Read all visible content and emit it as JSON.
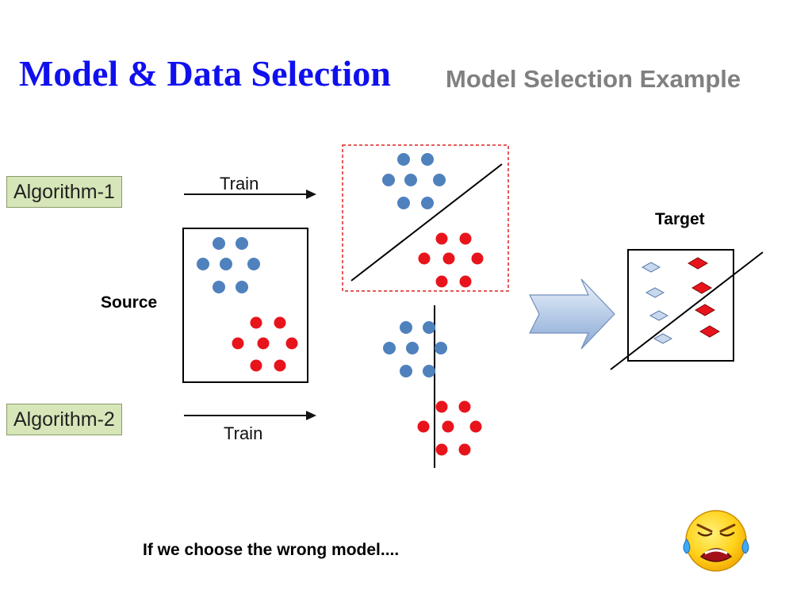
{
  "title": {
    "main": "Model & Data Selection",
    "subtitle": "Model Selection Example"
  },
  "algorithms": [
    {
      "label": "Algorithm-1"
    },
    {
      "label": "Algorithm-2"
    }
  ],
  "arrows": {
    "train_top": "Train",
    "train_bottom": "Train"
  },
  "labels": {
    "source": "Source",
    "target": "Target"
  },
  "caption": "If we choose the wrong model....",
  "colors": {
    "blue_points": "#4f81bd",
    "red_points": "#e8141c",
    "highlight_border": "#e02020",
    "algorithm_fill": "#d6e6b8",
    "title_blue": "#1010ee",
    "subtitle_gray": "#808080"
  },
  "icons": {
    "crying_face": "crying-face-icon",
    "transfer_arrow": "block-arrow-icon"
  }
}
